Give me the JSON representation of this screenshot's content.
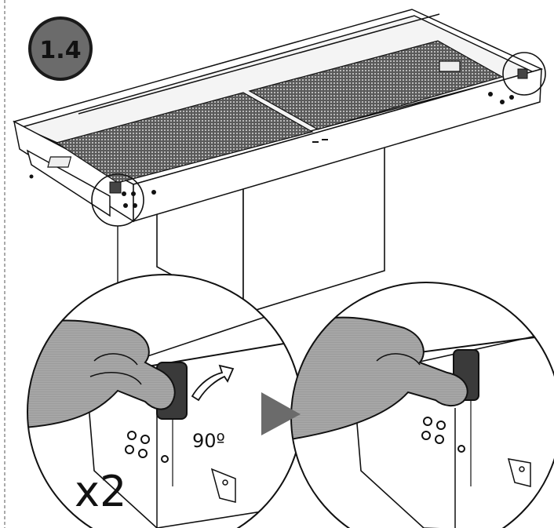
{
  "step": {
    "number": "1.4"
  },
  "annotations": {
    "rotation": "90º",
    "quantity": "x2"
  },
  "colors": {
    "badge_fill": "#6b6b6b",
    "skin": "#a9a9a9",
    "clip": "#3a3a3a",
    "filter_mesh": "#4a4a4a",
    "line": "#111111"
  }
}
